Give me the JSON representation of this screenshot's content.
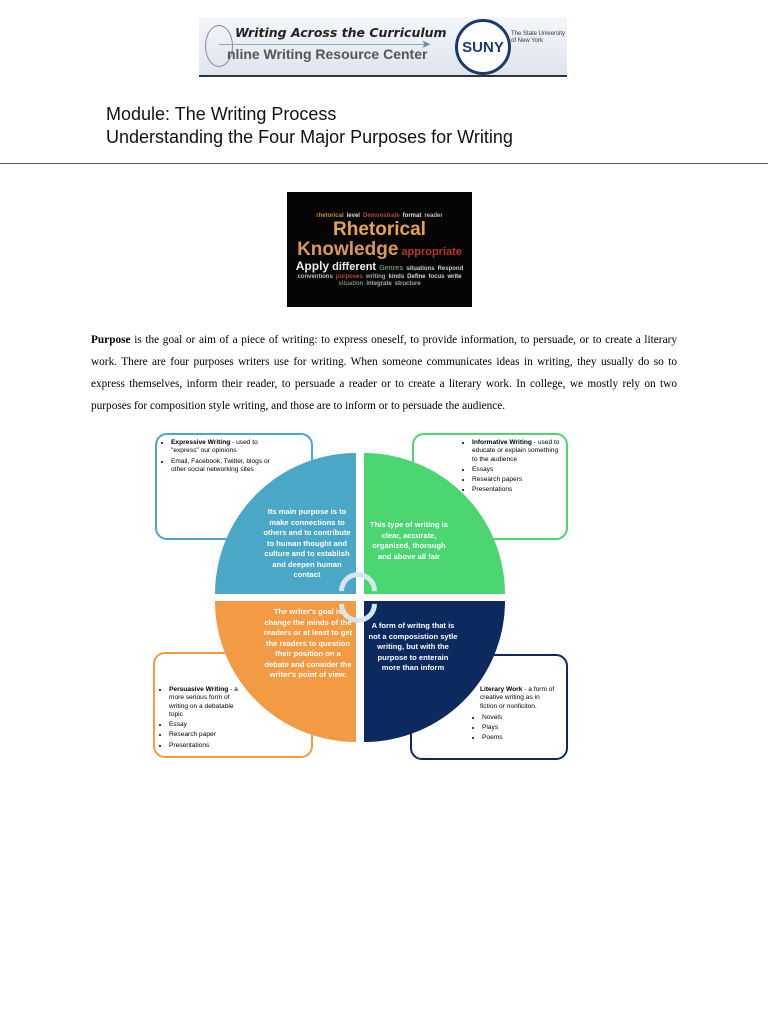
{
  "banner": {
    "line1": "Writing Across the Curriculum",
    "line2": "nline Writing Resource Center",
    "logo_text": "SUNY",
    "logo_sub": "The State University of New York"
  },
  "header": {
    "module": "Module: The Writing Process",
    "subtitle": "Understanding the Four Major Purposes for Writing"
  },
  "word_cloud": {
    "words": [
      "Rhetorical",
      "Knowledge",
      "appropriate",
      "Apply",
      "different",
      "rhetorical",
      "Genres",
      "situations",
      "Respond",
      "Demonstrate",
      "format",
      "conventions",
      "purposes",
      "writing",
      "level",
      "kinds",
      "Define",
      "reader",
      "focus",
      "write",
      "situation",
      "integrate",
      "structure"
    ]
  },
  "paragraph": {
    "lead": "Purpose",
    "text": " is the goal or aim of a piece of writing: to express oneself, to provide information, to persuade, or to create a literary work. There are four purposes writers use for writing. When someone communicates ideas in writing, they usually do so to express themselves, inform their reader, to persuade a reader or to create a literary work. In college, we mostly rely on two purposes for composition style writing, and those are to inform or to persuade the audience."
  },
  "diagram": {
    "colors": {
      "expressive": "#4aa8c6",
      "informative": "#4cd672",
      "persuasive": "#f39a45",
      "literary": "#0d2a5e"
    },
    "expressive": {
      "title": "Expressive Writing",
      "desc": " - used to \"express\" our opinions",
      "items": [
        "Email, Facebook, Twitter, blogs or other social networking sites"
      ],
      "center": "Its main purpose is to make connections to others and  to contribute to human thought and culture and to establish and deepen human contact"
    },
    "informative": {
      "title": "Informative Writing",
      "desc": " - used to educate or explain something to the audience",
      "items": [
        "Essays",
        "Research papers",
        "Presentations"
      ],
      "center": "This type of writing is clear, accurate, organized, thorough and above all fair"
    },
    "persuasive": {
      "title": "Persuasive Writing",
      "desc": " - a more serious form of writing  on a debatable topic",
      "items": [
        "Essay",
        "Research paper",
        "Presentations"
      ],
      "center": "The writer's goal is change the minds of the readers or at least to get the readers to question their position on a debate and consider the writer's point of view."
    },
    "literary": {
      "title": "Literary Work",
      "desc": " -  a form of creative writing  as  in fiction or nonficiton.",
      "items": [
        "Novels",
        "Plays",
        "Poems"
      ],
      "center": "A form of writng that is not a composistion sytle writing, but  with the purpose to enterain more than inform"
    }
  }
}
